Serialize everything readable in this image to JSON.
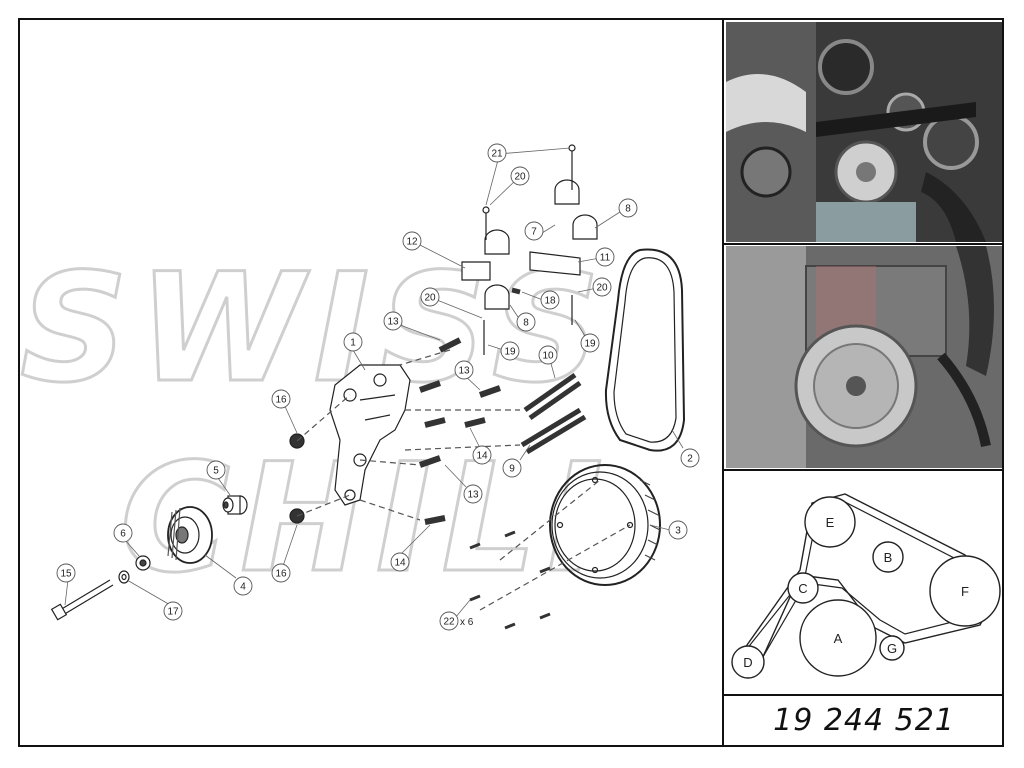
{
  "watermark": {
    "line1": "SWISS",
    "line2": "CHILI"
  },
  "callouts": [
    {
      "id": "c1",
      "label": "1"
    },
    {
      "id": "c2",
      "label": "2"
    },
    {
      "id": "c3",
      "label": "3"
    },
    {
      "id": "c4",
      "label": "4"
    },
    {
      "id": "c5",
      "label": "5"
    },
    {
      "id": "c6",
      "label": "6"
    },
    {
      "id": "c7",
      "label": "7"
    },
    {
      "id": "c8a",
      "label": "8"
    },
    {
      "id": "c8b",
      "label": "8"
    },
    {
      "id": "c9",
      "label": "9"
    },
    {
      "id": "c10",
      "label": "10"
    },
    {
      "id": "c11",
      "label": "11"
    },
    {
      "id": "c12",
      "label": "12"
    },
    {
      "id": "c13a",
      "label": "13"
    },
    {
      "id": "c13b",
      "label": "13"
    },
    {
      "id": "c13c",
      "label": "13"
    },
    {
      "id": "c14a",
      "label": "14"
    },
    {
      "id": "c14b",
      "label": "14"
    },
    {
      "id": "c15",
      "label": "15"
    },
    {
      "id": "c16a",
      "label": "16"
    },
    {
      "id": "c16b",
      "label": "16"
    },
    {
      "id": "c17",
      "label": "17"
    },
    {
      "id": "c18",
      "label": "18"
    },
    {
      "id": "c19a",
      "label": "19"
    },
    {
      "id": "c19b",
      "label": "19"
    },
    {
      "id": "c20a",
      "label": "20"
    },
    {
      "id": "c20b",
      "label": "20"
    },
    {
      "id": "c20c",
      "label": "20"
    },
    {
      "id": "c21",
      "label": "21"
    },
    {
      "id": "c22",
      "label": "22"
    }
  ],
  "quantity_note": "x 6",
  "belt_diagram": {
    "pulleys": [
      "A",
      "B",
      "C",
      "D",
      "E",
      "F",
      "G"
    ]
  },
  "part_number": "19 244 521",
  "colors": {
    "line": "#222222",
    "watermark": "#cfcfcf",
    "frame": "#111111"
  }
}
